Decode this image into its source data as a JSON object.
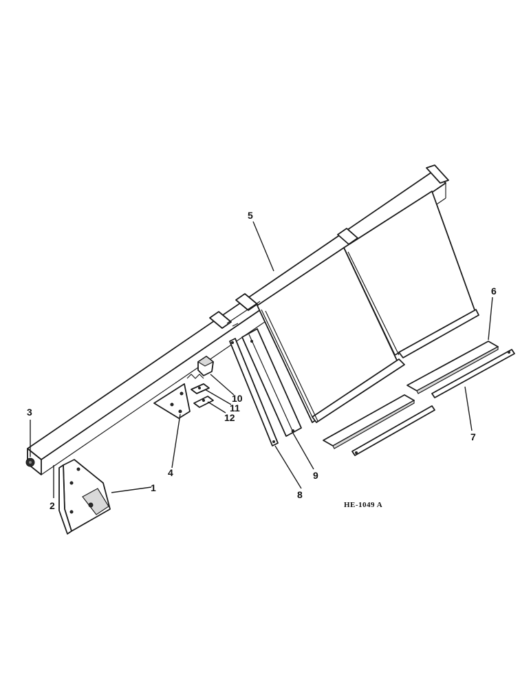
{
  "callouts": {
    "c1": "1",
    "c2": "2",
    "c3": "3",
    "c4": "4",
    "c5": "5",
    "c6": "6",
    "c7": "7",
    "c8": "8",
    "c9": "9",
    "c10": "10",
    "c11": "11",
    "c12": "12"
  },
  "reference_code": "HE-1049 A"
}
